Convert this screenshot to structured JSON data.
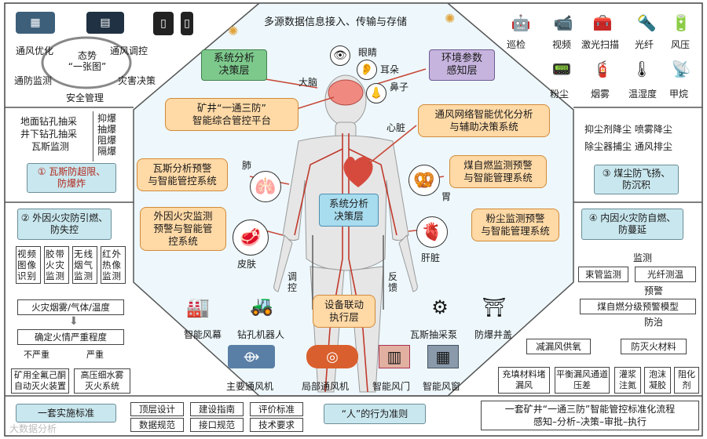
{
  "header": {
    "banner": "多源数据信息接入、传输与存储"
  },
  "top_left": {
    "ring_center": "态势\n“一张图”",
    "items": [
      "通风优化",
      "通风调控",
      "通防监测",
      "灾害决策",
      "安全管理"
    ]
  },
  "top_right": {
    "row1": [
      "巡检",
      "视频",
      "激光扫描",
      "光纤",
      "风压"
    ],
    "row2": [
      "粉尘",
      "烟雾",
      "温湿度",
      "甲烷"
    ]
  },
  "left_gas": {
    "line1": "地面钻孔抽采",
    "line2": "井下钻孔抽采",
    "line3": "瓦斯监测",
    "side": [
      "抑爆",
      "抽爆",
      "阻爆",
      "隔爆"
    ],
    "tag": "① 瓦斯防超限、\n防爆炸"
  },
  "left_fire": {
    "tag": "② 外因火灾防引燃、\n防失控",
    "methods": [
      "视频图像识别",
      "胶带火灾监测",
      "无线烟气监测",
      "红外热像监测"
    ],
    "step1": "火灾烟雾/气体/温度",
    "step2": "确定火情严重程度",
    "branch_light": "不严重",
    "branch_heavy": "严重",
    "outcome_light": "矿用全氟己酮\n自动灭火装置",
    "outcome_heavy": "高压细水雾\n灭火系统"
  },
  "right_dust": {
    "line1": "抑尘剂降尘  喷雾降尘",
    "line2": "除尘器捕尘  通风排尘",
    "tag": "③ 煤尘防飞扬、\n防沉积"
  },
  "right_fire": {
    "tag": "④ 内因火灾防自燃、\n防蔓延",
    "monitor": "监测",
    "m1": "束管监测",
    "m2": "光纤测温",
    "warn": "预警",
    "model": "煤自燃分级预警模型",
    "prevent": "防治",
    "c1": "减漏风供氧",
    "c2": "防灭火材料",
    "leaves": [
      "充填材料堵漏风",
      "平衡漏风通道压差",
      "灌浆注氮",
      "泡沫凝胶",
      "阻化剂"
    ]
  },
  "center": {
    "system_top": "系统分析\n决策层",
    "perception": "环境参数\n感知层",
    "platform": "矿井“一通三防”\n智能综合管控平台",
    "ventilation_ai": "通风网络智能优化分析\n与辅助决策系统",
    "gas_warning": "瓦斯分析预警\n与智能管控系统",
    "coal_fire": "煤自燃监测预警\n与智能管理系统",
    "external_fire": "外因火灾监测\n预警与智能管\n控系统",
    "dust_warning": "粉尘监测预警\n与智能管理系统",
    "body_core": "系统分析\n决策层",
    "linkage": "设备联动\n执行层",
    "regulate": "调\n控",
    "feedback": "反\n馈",
    "organs": {
      "brain": "大脑",
      "eyes": "眼睛",
      "ears": "耳朵",
      "nose": "鼻子",
      "heart": "心脏",
      "lung": "肺",
      "stomach": "胃",
      "skin": "皮肤",
      "liver": "肝脏"
    }
  },
  "equipment": {
    "row1": [
      "智能风幕",
      "钻孔机器人",
      "瓦斯抽采泵",
      "防爆井盖"
    ],
    "row2": [
      "主要通风机",
      "局部通风机",
      "智能风门",
      "智能风窗"
    ]
  },
  "footer": {
    "standard": "一套实施标准",
    "items": [
      "顶层设计",
      "建设指南",
      "评价标准",
      "数据规范",
      "接口规范",
      "技术要求"
    ],
    "human": "“人”的行为准则",
    "process_line1": "一套矿井“一通三防”智能管控标准化流程",
    "process_line2": "感知–分析–决策–审批–执行"
  },
  "watermark": "大数据分析"
}
